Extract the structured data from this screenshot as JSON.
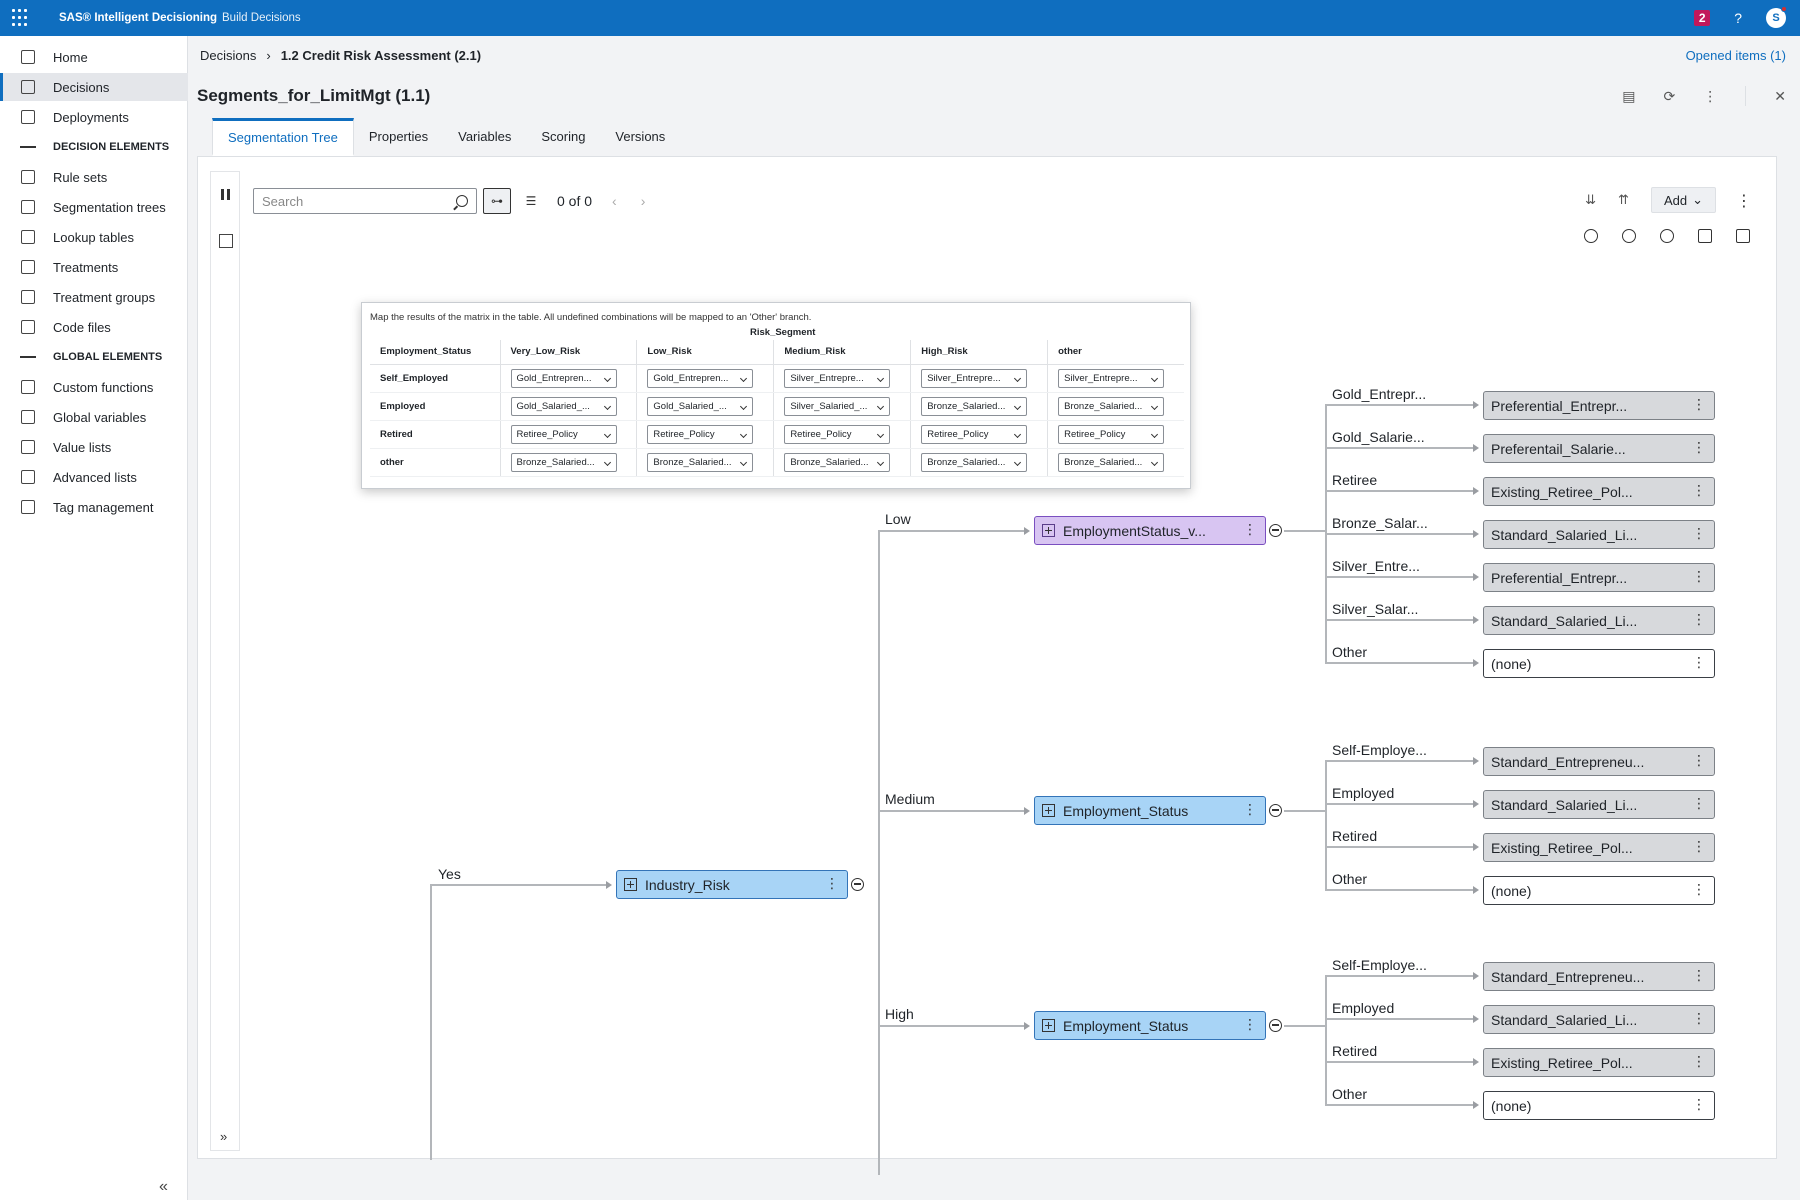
{
  "app": {
    "title": "SAS® Intelligent Decisioning",
    "subtitle": "Build Decisions",
    "notifications": "2",
    "help": "?",
    "user_initial": "S"
  },
  "sidebar": {
    "items": [
      {
        "label": "Home",
        "icon": "home-icon"
      },
      {
        "label": "Decisions",
        "icon": "decisions-icon",
        "active": true
      },
      {
        "label": "Deployments",
        "icon": "deployments-icon"
      }
    ],
    "section1": "DECISION ELEMENTS",
    "decision_items": [
      {
        "label": "Rule sets",
        "icon": "rule-sets-icon"
      },
      {
        "label": "Segmentation trees",
        "icon": "segmentation-trees-icon"
      },
      {
        "label": "Lookup tables",
        "icon": "lookup-tables-icon"
      },
      {
        "label": "Treatments",
        "icon": "treatments-icon"
      },
      {
        "label": "Treatment groups",
        "icon": "treatment-groups-icon"
      },
      {
        "label": "Code files",
        "icon": "code-files-icon"
      }
    ],
    "section2": "GLOBAL ELEMENTS",
    "global_items": [
      {
        "label": "Custom functions",
        "icon": "custom-functions-icon"
      },
      {
        "label": "Global variables",
        "icon": "global-variables-icon"
      },
      {
        "label": "Value lists",
        "icon": "value-lists-icon"
      },
      {
        "label": "Advanced lists",
        "icon": "advanced-lists-icon"
      },
      {
        "label": "Tag management",
        "icon": "tag-management-icon"
      }
    ]
  },
  "breadcrumb": {
    "root": "Decisions",
    "sep": "›",
    "current": "1.2 Credit Risk Assessment (2.1)"
  },
  "opened_items": "Opened items (1)",
  "page_title": "Segments_for_LimitMgt (1.1)",
  "tabs": [
    "Segmentation Tree",
    "Properties",
    "Variables",
    "Scoring",
    "Versions"
  ],
  "toolbar": {
    "search_placeholder": "Search",
    "count": "0 of 0",
    "add_label": "Add"
  },
  "matrix": {
    "description": "Map the results of the matrix in the table. All undefined combinations will be mapped to an 'Other' branch.",
    "column_group": "Risk_Segment",
    "row_header": "Employment_Status",
    "columns": [
      "Very_Low_Risk",
      "Low_Risk",
      "Medium_Risk",
      "High_Risk",
      "other"
    ],
    "rows": [
      {
        "label": "Self_Employed",
        "cells": [
          "Gold_Entrepren...",
          "Gold_Entrepren...",
          "Silver_Entrepre...",
          "Silver_Entrepre...",
          "Silver_Entrepre..."
        ]
      },
      {
        "label": "Employed",
        "cells": [
          "Gold_Salaried_...",
          "Gold_Salaried_...",
          "Silver_Salaried_...",
          "Bronze_Salaried...",
          "Bronze_Salaried..."
        ]
      },
      {
        "label": "Retired",
        "cells": [
          "Retiree_Policy",
          "Retiree_Policy",
          "Retiree_Policy",
          "Retiree_Policy",
          "Retiree_Policy"
        ]
      },
      {
        "label": "other",
        "cells": [
          "Bronze_Salaried...",
          "Bronze_Salaried...",
          "Bronze_Salaried...",
          "Bronze_Salaried...",
          "Bronze_Salaried..."
        ]
      }
    ]
  },
  "tree": {
    "root_edge": "Yes",
    "root_node": "Industry_Risk",
    "branches": [
      {
        "edge": "Low",
        "node": "EmploymentStatus_v...",
        "kind": "matrix",
        "leaves": [
          {
            "edge": "Gold_Entrepr...",
            "node": "Preferential_Entrepr..."
          },
          {
            "edge": "Gold_Salarie...",
            "node": "Preferentail_Salarie..."
          },
          {
            "edge": "Retiree",
            "node": "Existing_Retiree_Pol..."
          },
          {
            "edge": "Bronze_Salar...",
            "node": "Standard_Salaried_Li..."
          },
          {
            "edge": "Silver_Entre...",
            "node": "Preferential_Entrepr..."
          },
          {
            "edge": "Silver_Salar...",
            "node": "Standard_Salaried_Li..."
          },
          {
            "edge": "Other",
            "node": "(none)"
          }
        ]
      },
      {
        "edge": "Medium",
        "node": "Employment_Status",
        "kind": "split",
        "leaves": [
          {
            "edge": "Self-Employe...",
            "node": "Standard_Entrepreneu..."
          },
          {
            "edge": "Employed",
            "node": "Standard_Salaried_Li..."
          },
          {
            "edge": "Retired",
            "node": "Existing_Retiree_Pol..."
          },
          {
            "edge": "Other",
            "node": "(none)"
          }
        ]
      },
      {
        "edge": "High",
        "node": "Employment_Status",
        "kind": "split",
        "leaves": [
          {
            "edge": "Self-Employe...",
            "node": "Standard_Entrepreneu..."
          },
          {
            "edge": "Employed",
            "node": "Standard_Salaried_Li..."
          },
          {
            "edge": "Retired",
            "node": "Existing_Retiree_Pol..."
          },
          {
            "edge": "Other",
            "node": "(none)"
          }
        ]
      }
    ]
  }
}
